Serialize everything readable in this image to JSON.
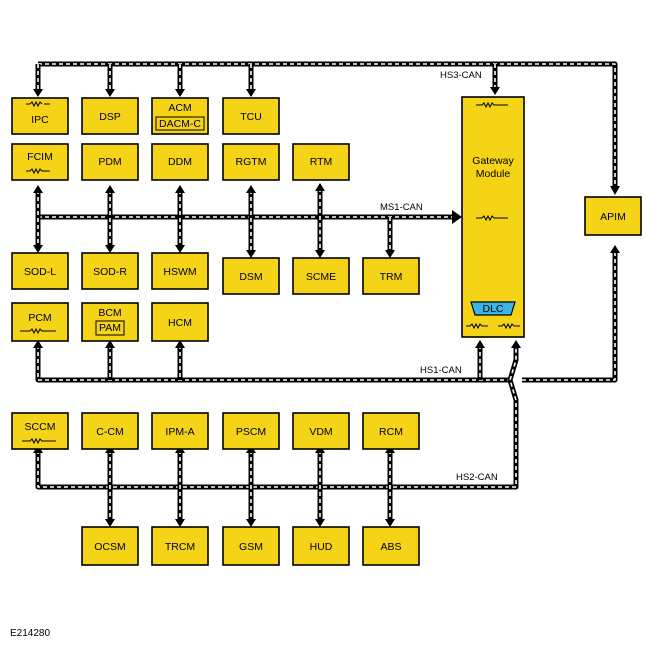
{
  "buses": {
    "hs3": "HS3-CAN",
    "ms1": "MS1-CAN",
    "hs1": "HS1-CAN",
    "hs2": "HS2-CAN"
  },
  "modules": {
    "ipc": "IPC",
    "dsp": "DSP",
    "acm": "ACM",
    "dacm": "DACM-C",
    "tcu": "TCU",
    "fcim": "FCIM",
    "pdm": "PDM",
    "ddm": "DDM",
    "rgtm": "RGTM",
    "rtm": "RTM",
    "sodl": "SOD-L",
    "sodr": "SOD-R",
    "hswm": "HSWM",
    "dsm": "DSM",
    "scme": "SCME",
    "trm": "TRM",
    "pcm": "PCM",
    "bcm": "BCM",
    "pam": "PAM",
    "hcm": "HCM",
    "gateway_line1": "Gateway",
    "gateway_line2": "Module",
    "dlc": "DLC",
    "apim": "APIM",
    "sccm": "SCCM",
    "ccm": "C-CM",
    "ipma": "IPM-A",
    "pscm": "PSCM",
    "vdm": "VDM",
    "rcm": "RCM",
    "ocsm": "OCSM",
    "trcm": "TRCM",
    "gsm": "GSM",
    "hud": "HUD",
    "abs": "ABS"
  },
  "caption": "E214280",
  "colors": {
    "module_fill": "#f5d417",
    "dlc_fill": "#3cb4e6"
  }
}
